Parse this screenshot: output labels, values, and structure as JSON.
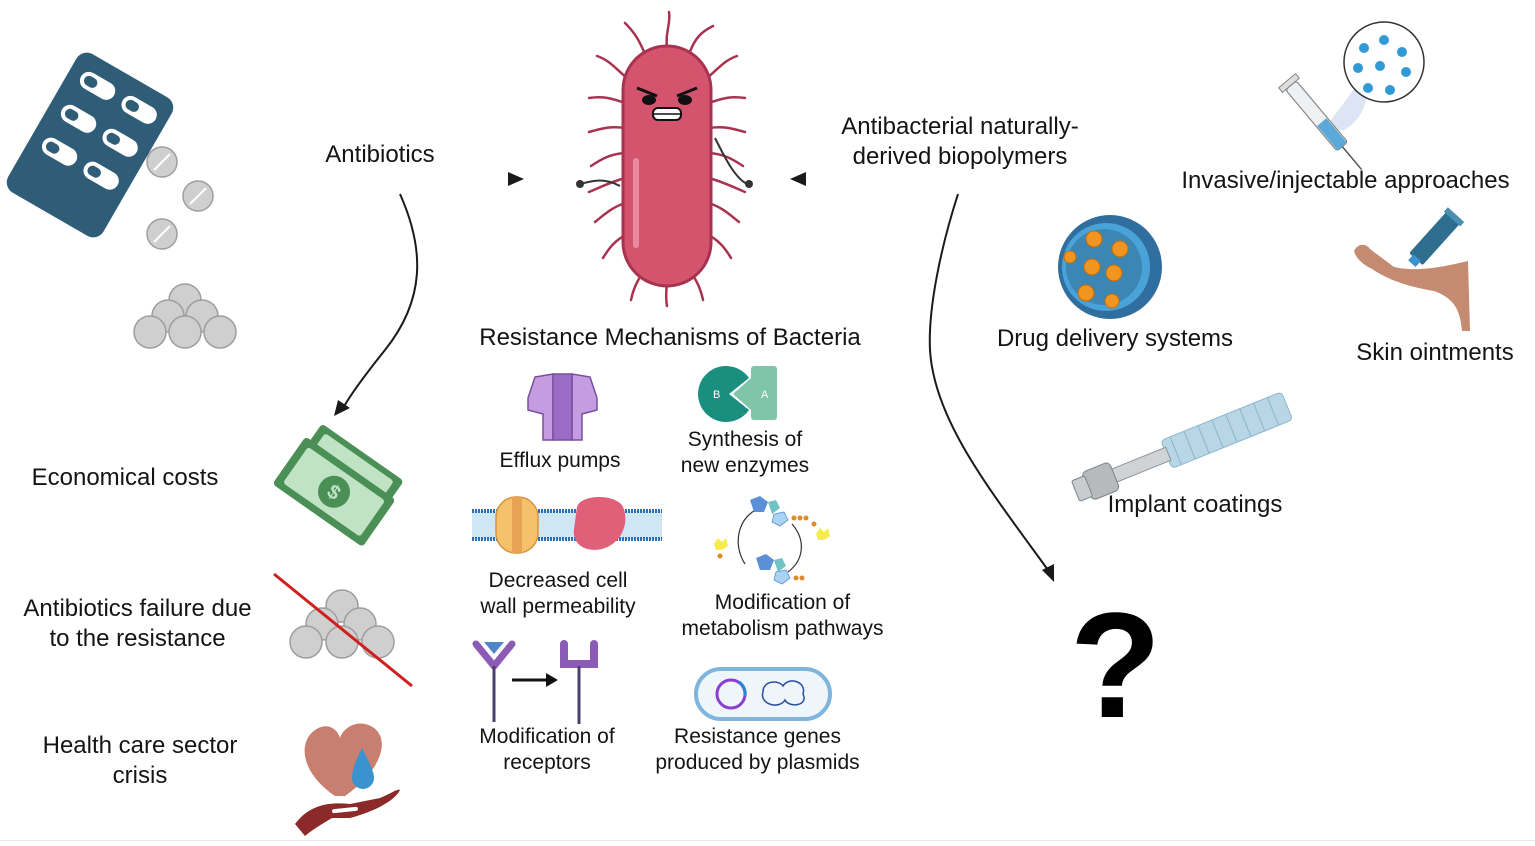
{
  "title": "Antibiotic resistance and antibacterial naturally-derived biopolymers",
  "colors": {
    "bacterium": "#d4546e",
    "bacterium_outline": "#a8334f",
    "blister": "#2f5d78",
    "pill": "#c8c8c8",
    "money": "#4a8f55",
    "money_light": "#bfe3c4",
    "cross_line": "#d11f1f",
    "heart": "#c97f6f",
    "drop": "#3a93cf",
    "hand": "#8c2a2a",
    "efflux": "#b58fd8",
    "enzyme_b": "#1a8f80",
    "enzyme_a": "#7fc5aa",
    "arrow": "#1a1a1a"
  },
  "left_flow": {
    "arrow_label": "Antibiotics",
    "consequences": [
      {
        "label_lines": [
          "Economical costs"
        ],
        "icon": "money-icon"
      },
      {
        "label_lines": [
          "Antibiotics failure due",
          "to the resistance"
        ],
        "icon": "crossed-pills-icon"
      },
      {
        "label_lines": [
          "Health care sector",
          "crisis"
        ],
        "icon": "heart-in-hand-icon"
      }
    ]
  },
  "center": {
    "bacterium_icon": "angry-bacterium-icon",
    "mechanisms_title": "Resistance Mechanisms of Bacteria",
    "mechanisms": [
      {
        "label_lines": [
          "Efflux pumps"
        ],
        "icon": "efflux-pump-icon"
      },
      {
        "label_lines": [
          "Synthesis of",
          "new enzymes"
        ],
        "icon": "enzyme-icon",
        "enzyme_letters": [
          "B",
          "A"
        ]
      },
      {
        "label_lines": [
          "Decreased cell",
          "wall permeability"
        ],
        "icon": "membrane-icon"
      },
      {
        "label_lines": [
          "Modification of",
          "metabolism pathways"
        ],
        "icon": "metabolism-cycle-icon"
      },
      {
        "label_lines": [
          "Modification of",
          "receptors"
        ],
        "icon": "receptor-change-icon"
      },
      {
        "label_lines": [
          "Resistance genes",
          "produced by plasmids"
        ],
        "icon": "plasmid-cell-icon"
      }
    ]
  },
  "right_flow": {
    "arrow_label_lines": [
      "Antibacterial naturally-",
      "derived  biopolymers"
    ],
    "approaches": [
      {
        "label": "Invasive/injectable approaches",
        "icon": "syringe-icon"
      },
      {
        "label": "Drug delivery systems",
        "icon": "nanoparticle-icon"
      },
      {
        "label": "Skin ointments",
        "icon": "ointment-tube-icon"
      },
      {
        "label": "Implant coatings",
        "icon": "coated-implant-icon"
      }
    ],
    "unknown_outcome": "?"
  }
}
